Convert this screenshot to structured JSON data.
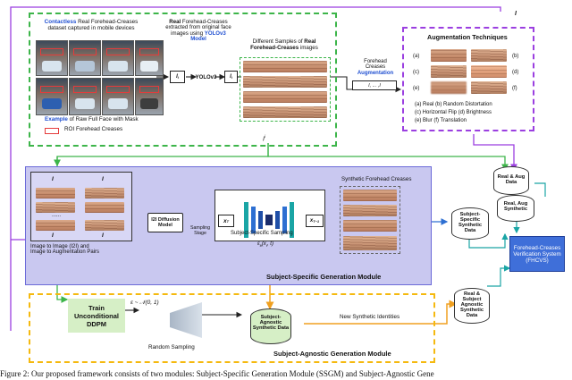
{
  "top_left": {
    "contactless_label": "Contactless",
    "dataset_label": "Real Forehead-Creases dataset captured in mobile devices",
    "example_label": "Example",
    "example_caption": "of Raw Full Face with Mask",
    "roi_label": "ROI Forehead Creases",
    "extracted_label_real": "Real",
    "extracted_label": "Forehead-Creases extracted from original face images using",
    "yolo_label": "YOLOv3 Model",
    "different_samples_label": "Different Samples of",
    "real_fc_label": "Real Forehead-Creases",
    "images_label": "images",
    "yolo_box": "YOLOv3",
    "math_i": "I",
    "math_i_sup": "i",
    "math_i_sub": "l",
    "math_il": "I",
    "math_il_sup": "i",
    "math_il_sub": "l"
  },
  "augmentation": {
    "title": "Augmentation Techniques",
    "labels_left": [
      "(a)",
      "(c)",
      "(e)"
    ],
    "labels_right": [
      "(b)",
      "(d)",
      "(f)"
    ],
    "legend_line1": "(a) Real (b) Random Distortation",
    "legend_line2": "(c) Horizontal Flip (d) Brightness",
    "legend_line3": "(e) Blur (f) Translation",
    "forehead_label": "Forehead",
    "creases_label": "Creases",
    "aug_word": "Augmentation",
    "seq_label": "I",
    "seq_sep": ", ... ,",
    "seq_end": "I",
    "top_label": "I"
  },
  "ssgm": {
    "title": "Subject-Specific Generation Module",
    "pairs_caption_line1": "Image to Image (I2I) and",
    "pairs_caption_line2": "Image to Augmentation Pairs",
    "i2i_model": "I2I Diffusion Model",
    "sampling_stage": "Sampling Stage",
    "x_t": "x",
    "x_t_sub": "T",
    "x_t1": "x",
    "x_t1_sub": "T−1",
    "sampling_label": "Subject-Specific Sampling",
    "synthetic_title": "Synthetic Forehead Creases",
    "dots": "......",
    "pair_labels_top": [
      "I",
      "I"
    ],
    "pair_labels_bottom": [
      "I",
      "I"
    ]
  },
  "sagm": {
    "title": "Subject-Agnostic Generation Module",
    "train_label_line1": "Train",
    "train_label_line2": "Unconditional",
    "train_label_line3": "DDPM",
    "noise_label": "ε ~ 𝒩(0, 1)",
    "random_sampling": "Random Sampling",
    "eps_label": "ε",
    "eps_args": "(x",
    "eps_args2": ", t)",
    "agnostic_data": "Subject-Agnostic Synthetic Data",
    "new_identities": "New Synthetic Identities"
  },
  "right": {
    "real_aug": "Real & Aug Data",
    "subject_specific": "Subject-Specific Synthetic Data",
    "real_aug_synth": "Real, Aug Synthetic",
    "real_agnostic": "Real & Subject Agnostic Synthetic Data",
    "fhcvs": "Forehead-Creases Verification System (FHCVS)"
  },
  "caption": "Figure 2: Our proposed framework consists of two modules: Subject-Specific Generation Module (SSGM) and Subject-Agnostic Gene",
  "colors": {
    "green": "#3db54a",
    "purple": "#9b3fe0",
    "yellow": "#f5b90f",
    "ssgm_fill": "#c9c8f0",
    "teal": "#1aa5a5",
    "blue": "#2d6fd2",
    "orange": "#f0a020",
    "fhcvs_blue": "#3f6fd9",
    "red": "#e53b3b"
  }
}
